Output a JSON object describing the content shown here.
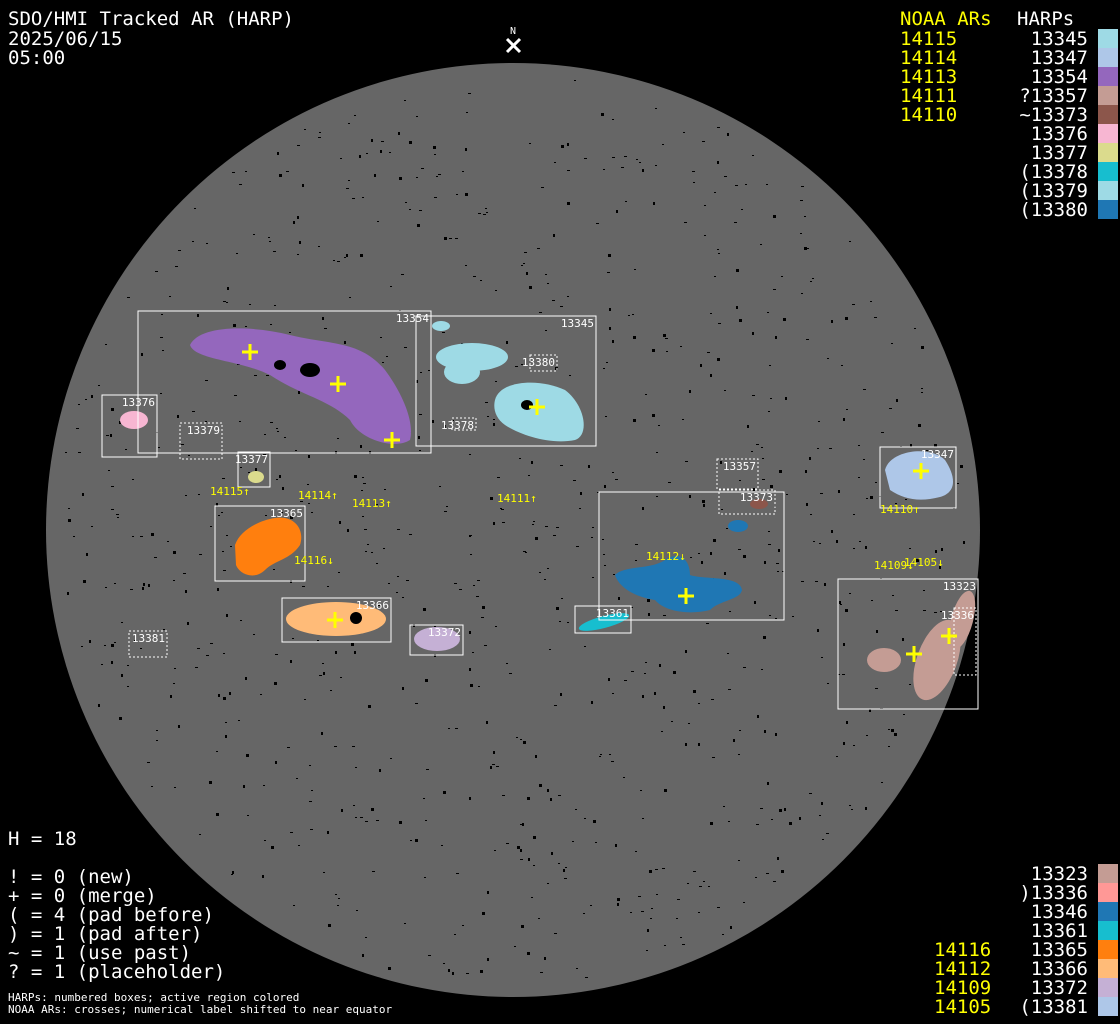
{
  "header": {
    "title": "SDO/HMI Tracked AR (HARP)",
    "date": "2025/06/15",
    "time": "05:00",
    "north": "N"
  },
  "legend_top": {
    "noaa_header": "NOAA ARs",
    "harp_header": "HARPs",
    "noaa": [
      "14115",
      "14114",
      "14113",
      "14111",
      "14110"
    ],
    "harps": [
      {
        "label": "13345",
        "color": "#9edae5"
      },
      {
        "label": "13347",
        "color": "#aec7e8"
      },
      {
        "label": "13354",
        "color": "#9467bd"
      },
      {
        "label": "?13357",
        "color": "#c49c94"
      },
      {
        "label": "~13373",
        "color": "#8c564b"
      },
      {
        "label": "13376",
        "color": "#f7b6d2"
      },
      {
        "label": "13377",
        "color": "#dbdb8d"
      },
      {
        "label": "(13378",
        "color": "#17becf"
      },
      {
        "label": "(13379",
        "color": "#9edae5"
      },
      {
        "label": "(13380",
        "color": "#1f77b4"
      }
    ]
  },
  "legend_bottom": {
    "harps": [
      {
        "label": "13323",
        "color": "#c49c94",
        "noaa": ""
      },
      {
        "label": ")13336",
        "color": "#ff9896",
        "noaa": ""
      },
      {
        "label": "13346",
        "color": "#1f77b4",
        "noaa": ""
      },
      {
        "label": "13361",
        "color": "#17becf",
        "noaa": ""
      },
      {
        "label": "13365",
        "color": "#ff7f0e",
        "noaa": "14116"
      },
      {
        "label": "13366",
        "color": "#ffbb78",
        "noaa": "14112"
      },
      {
        "label": "13372",
        "color": "#c5b0d5",
        "noaa": "14109"
      },
      {
        "label": "(13381",
        "color": "#aec7e8",
        "noaa": "14105"
      }
    ]
  },
  "stats": {
    "h": "H = 18",
    "lines": [
      "! = 0 (new)",
      "+ = 0 (merge)",
      "( = 4 (pad before)",
      ") = 1 (pad after)",
      "~ = 1 (use past)",
      "? = 1 (placeholder)"
    ],
    "note1": "HARPs: numbered boxes; active region colored",
    "note2": "NOAA ARs: crosses; numerical label shifted to near equator"
  },
  "chart_data": {
    "type": "map",
    "title": "SDO/HMI Tracked AR (HARP)",
    "harp_boxes": [
      {
        "id": "13354",
        "style": "solid"
      },
      {
        "id": "13345",
        "style": "solid"
      },
      {
        "id": "13380",
        "style": "dotted"
      },
      {
        "id": "13378",
        "style": "dotted"
      },
      {
        "id": "13376",
        "style": "solid"
      },
      {
        "id": "13379",
        "style": "dotted"
      },
      {
        "id": "13377",
        "style": "solid"
      },
      {
        "id": "13365",
        "style": "solid"
      },
      {
        "id": "13366",
        "style": "solid"
      },
      {
        "id": "13372",
        "style": "solid"
      },
      {
        "id": "13381",
        "style": "dotted"
      },
      {
        "id": "13361",
        "style": "solid"
      },
      {
        "id": "13357",
        "style": "dotted"
      },
      {
        "id": "13373",
        "style": "dotted"
      },
      {
        "id": "13346",
        "style": "solid"
      },
      {
        "id": "13347",
        "style": "solid"
      },
      {
        "id": "13323",
        "style": "solid"
      },
      {
        "id": "13336",
        "style": "dotted"
      }
    ],
    "noaa_labels": [
      "14115↑",
      "14114↑",
      "14113↑",
      "14111↑",
      "14116↓",
      "14112↓",
      "14110↑",
      "14109↓",
      "14105↓"
    ]
  }
}
